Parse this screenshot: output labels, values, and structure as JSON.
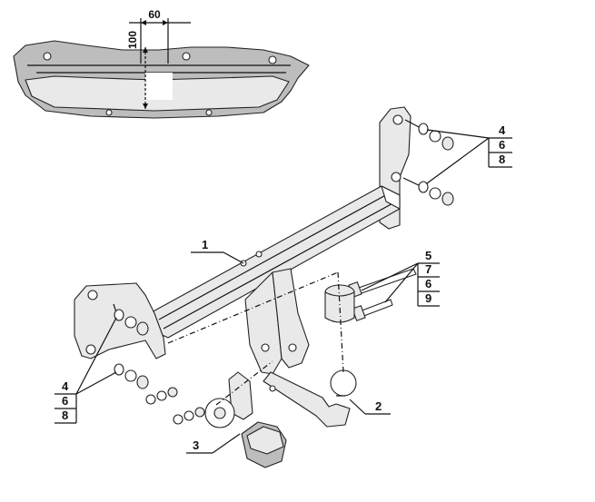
{
  "dimensions": {
    "width": "60",
    "height": "100"
  },
  "callouts": {
    "bar": "1",
    "ball": "2",
    "socket": "3",
    "top_right": [
      "4",
      "6",
      "8"
    ],
    "bottom_left": [
      "4",
      "6",
      "8"
    ],
    "bolts": [
      "5",
      "7",
      "6",
      "9"
    ]
  }
}
